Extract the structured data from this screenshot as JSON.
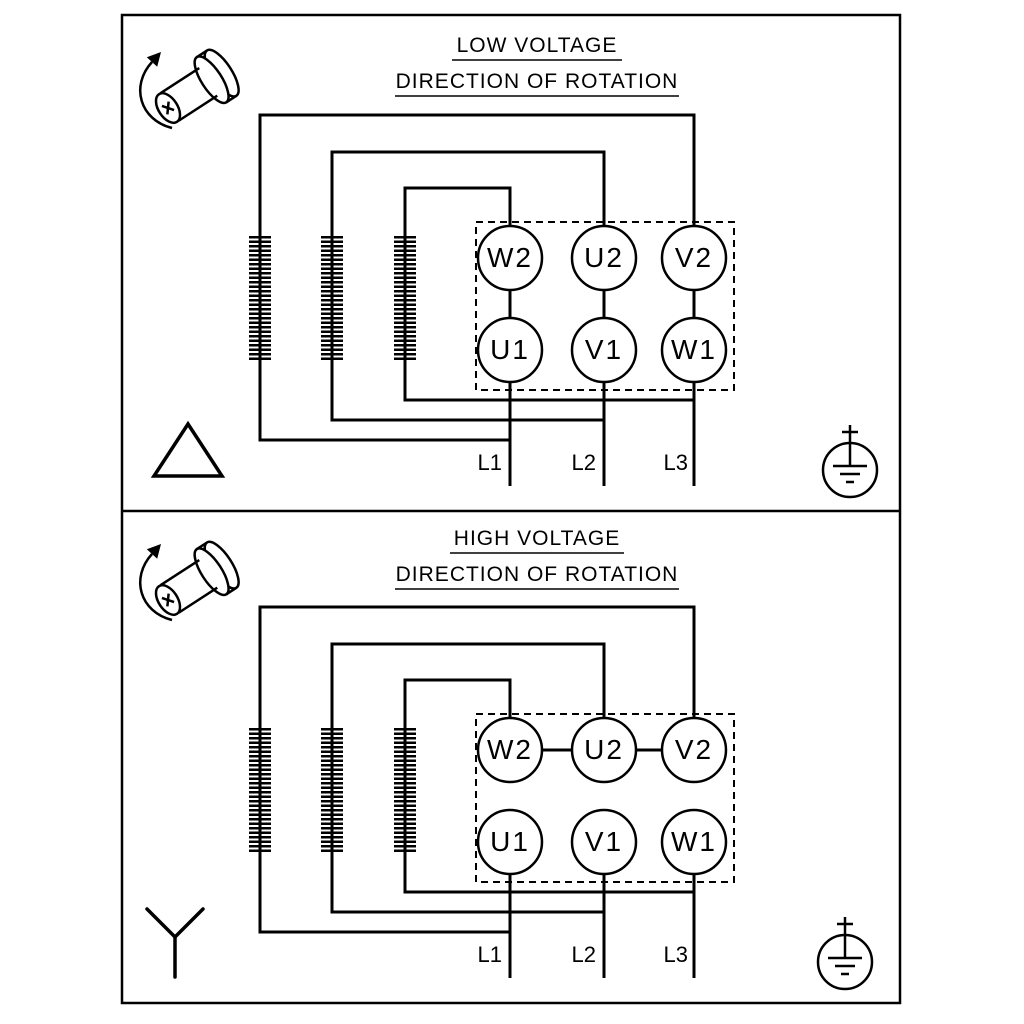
{
  "diagram": {
    "background_color": "#ffffff",
    "line_color": "#000000",
    "panels": [
      {
        "title": "LOW VOLTAGE",
        "subtitle": "DIRECTION OF ROTATION",
        "connection_symbol": "delta",
        "icons": [
          "rotation-direction-icon",
          "delta-connection-icon",
          "earth-ground-icon"
        ],
        "terminals_top": [
          "W2",
          "U2",
          "V2"
        ],
        "terminals_bottom": [
          "U1",
          "V1",
          "W1"
        ],
        "supply_leads": [
          "L1",
          "L2",
          "L3"
        ]
      },
      {
        "title": "HIGH VOLTAGE",
        "subtitle": "DIRECTION OF ROTATION",
        "connection_symbol": "star",
        "icons": [
          "rotation-direction-icon",
          "star-connection-icon",
          "earth-ground-icon"
        ],
        "terminals_top": [
          "W2",
          "U2",
          "V2"
        ],
        "terminals_bottom": [
          "U1",
          "V1",
          "W1"
        ],
        "supply_leads": [
          "L1",
          "L2",
          "L3"
        ]
      }
    ]
  }
}
